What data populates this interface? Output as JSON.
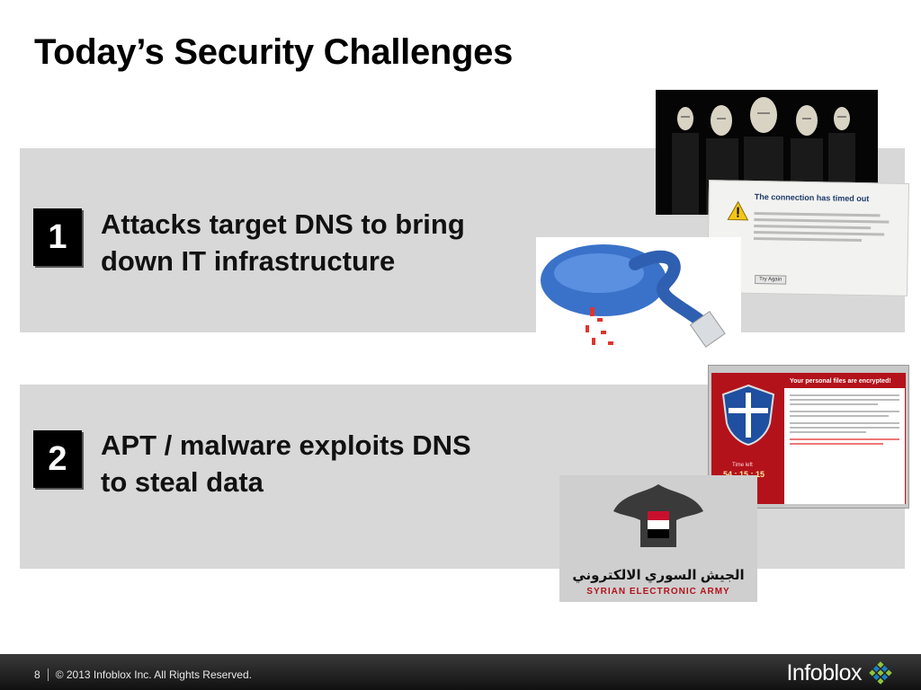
{
  "slide": {
    "title": "Today’s Security Challenges",
    "points": [
      {
        "number": "1",
        "text_line1": "Attacks target DNS to bring",
        "text_line2": "down IT infrastructure"
      },
      {
        "number": "2",
        "text_line1": "APT / malware exploits DNS",
        "text_line2": "to steal data"
      }
    ]
  },
  "images": {
    "timeout": {
      "heading": "The connection has timed out",
      "button": "Try Again"
    },
    "ransom": {
      "heading": "Your personal files are encrypted!",
      "timer_label": "Time left",
      "timer": "54 : 15 : 15"
    },
    "sea": {
      "arabic": "الجيش السوري الالكتروني",
      "caption": "SYRIAN ELECTRONIC ARMY"
    }
  },
  "footer": {
    "page": "8",
    "copyright": "© 2013 Infoblox Inc. All Rights Reserved.",
    "brand": "Infoblox"
  },
  "colors": {
    "band": "#d8d8d8",
    "footer": "#1a1a1a",
    "brand_green": "#8dc63f",
    "brand_blue": "#1d7fc0"
  }
}
